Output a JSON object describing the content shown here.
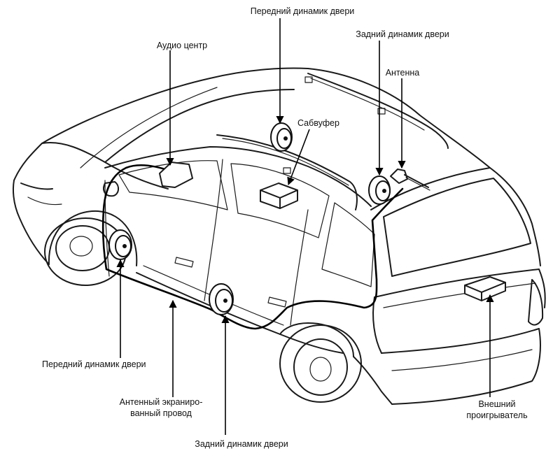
{
  "labels": {
    "front_door_speaker_top": "Передний динамик двери",
    "rear_door_speaker_top": "Задний динамик двери",
    "audio_center": "Аудио центр",
    "antenna": "Антенна",
    "subwoofer": "Сабвуфер",
    "front_door_speaker_bottom": "Передний динамик двери",
    "antenna_cable_line1": "Антенный экраниро-",
    "antenna_cable_line2": "ванный провод",
    "rear_door_speaker_bottom": "Задний динамик двери",
    "external_player_line1": "Внешний",
    "external_player_line2": "проигрыватель"
  }
}
